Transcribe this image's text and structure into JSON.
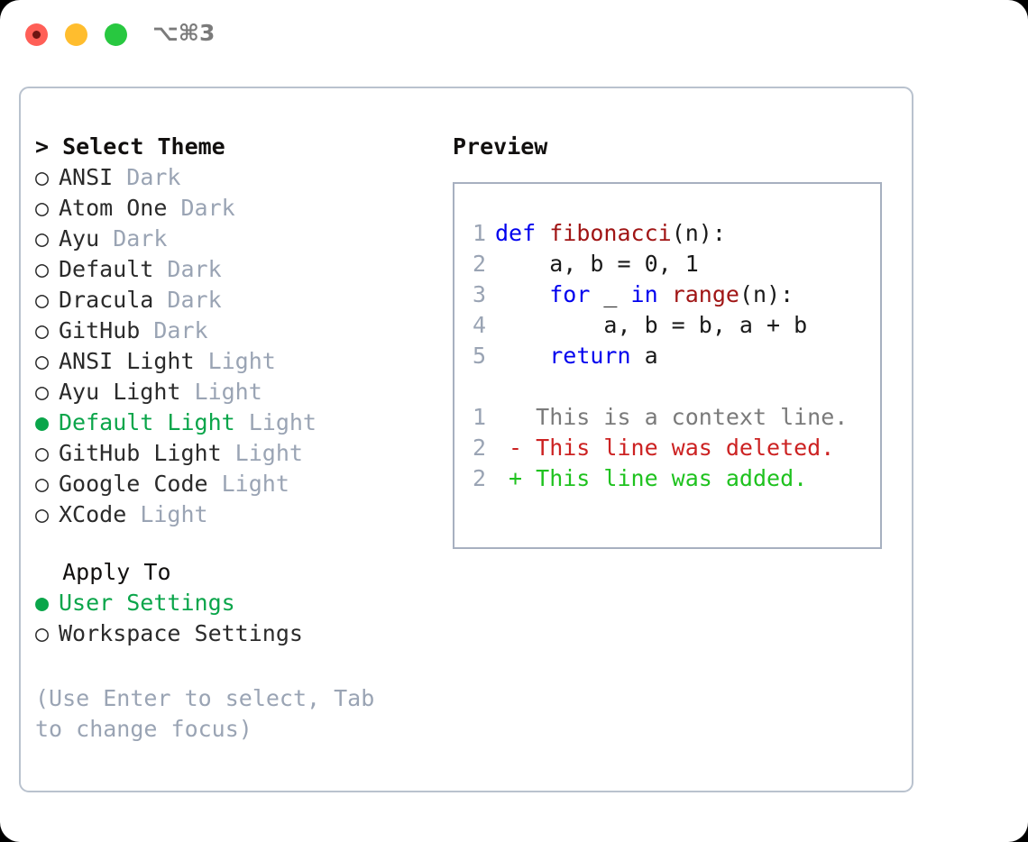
{
  "window": {
    "shortcut": "⌥⌘3",
    "traffic_lights": [
      "close-red",
      "minimize-yellow",
      "zoom-green"
    ]
  },
  "theme_section": {
    "header": "> Select Theme",
    "options": [
      {
        "bullet": "○",
        "label": "ANSI",
        "suffix": "Dark",
        "selected": false
      },
      {
        "bullet": "○",
        "label": "Atom One",
        "suffix": "Dark",
        "selected": false
      },
      {
        "bullet": "○",
        "label": "Ayu",
        "suffix": "Dark",
        "selected": false
      },
      {
        "bullet": "○",
        "label": "Default",
        "suffix": "Dark",
        "selected": false
      },
      {
        "bullet": "○",
        "label": "Dracula",
        "suffix": "Dark",
        "selected": false
      },
      {
        "bullet": "○",
        "label": "GitHub",
        "suffix": "Dark",
        "selected": false
      },
      {
        "bullet": "○",
        "label": "ANSI Light",
        "suffix": "Light",
        "selected": false
      },
      {
        "bullet": "○",
        "label": "Ayu Light",
        "suffix": "Light",
        "selected": false
      },
      {
        "bullet": "●",
        "label": "Default Light",
        "suffix": "Light",
        "selected": true
      },
      {
        "bullet": "○",
        "label": "GitHub Light",
        "suffix": "Light",
        "selected": false
      },
      {
        "bullet": "○",
        "label": "Google Code",
        "suffix": "Light",
        "selected": false
      },
      {
        "bullet": "○",
        "label": "XCode",
        "suffix": "Light",
        "selected": false
      }
    ]
  },
  "apply_section": {
    "header": "  Apply To",
    "options": [
      {
        "bullet": "●",
        "label": "User Settings",
        "suffix": "",
        "selected": true
      },
      {
        "bullet": "○",
        "label": "Workspace Settings",
        "suffix": "",
        "selected": false
      }
    ]
  },
  "hint": "(Use Enter to select, Tab to change focus)",
  "preview": {
    "title": "Preview",
    "code_lines": [
      {
        "num": "1",
        "tokens": [
          {
            "t": "def ",
            "c": "kw"
          },
          {
            "t": "fibonacci",
            "c": "fn"
          },
          {
            "t": "(n):",
            "c": "pl"
          }
        ]
      },
      {
        "num": "2",
        "tokens": [
          {
            "t": "    a, b = 0, 1",
            "c": "pl"
          }
        ]
      },
      {
        "num": "3",
        "tokens": [
          {
            "t": "    ",
            "c": "pl"
          },
          {
            "t": "for",
            "c": "kw"
          },
          {
            "t": " _ ",
            "c": "pl"
          },
          {
            "t": "in",
            "c": "kw"
          },
          {
            "t": " ",
            "c": "pl"
          },
          {
            "t": "range",
            "c": "fn"
          },
          {
            "t": "(n):",
            "c": "pl"
          }
        ]
      },
      {
        "num": "4",
        "tokens": [
          {
            "t": "        a, b = b, a + b",
            "c": "pl"
          }
        ]
      },
      {
        "num": "5",
        "tokens": [
          {
            "t": "    ",
            "c": "pl"
          },
          {
            "t": "return",
            "c": "kw"
          },
          {
            "t": " a",
            "c": "pl"
          }
        ]
      },
      {
        "num": "",
        "tokens": [
          {
            "t": " ",
            "c": "pl"
          }
        ]
      },
      {
        "num": "1",
        "tokens": [
          {
            "t": "   This is a context line.",
            "c": "ctx"
          }
        ]
      },
      {
        "num": "2",
        "tokens": [
          {
            "t": " - This line was deleted.",
            "c": "del"
          }
        ]
      },
      {
        "num": "2",
        "tokens": [
          {
            "t": " + This line was added.",
            "c": "add"
          }
        ]
      }
    ]
  },
  "colors": {
    "selected_green": "#0aa54a",
    "muted_gray": "#9aa4b4",
    "keyword_blue": "#0000ee",
    "function_red": "#a01515",
    "diff_deleted": "#cc2222",
    "diff_added": "#1fc21f",
    "border": "#b9c2ce",
    "preview_border": "#a7b0c0",
    "traffic_red": "#ff5f57",
    "traffic_yellow": "#ffbd2e",
    "traffic_green": "#28c840"
  }
}
